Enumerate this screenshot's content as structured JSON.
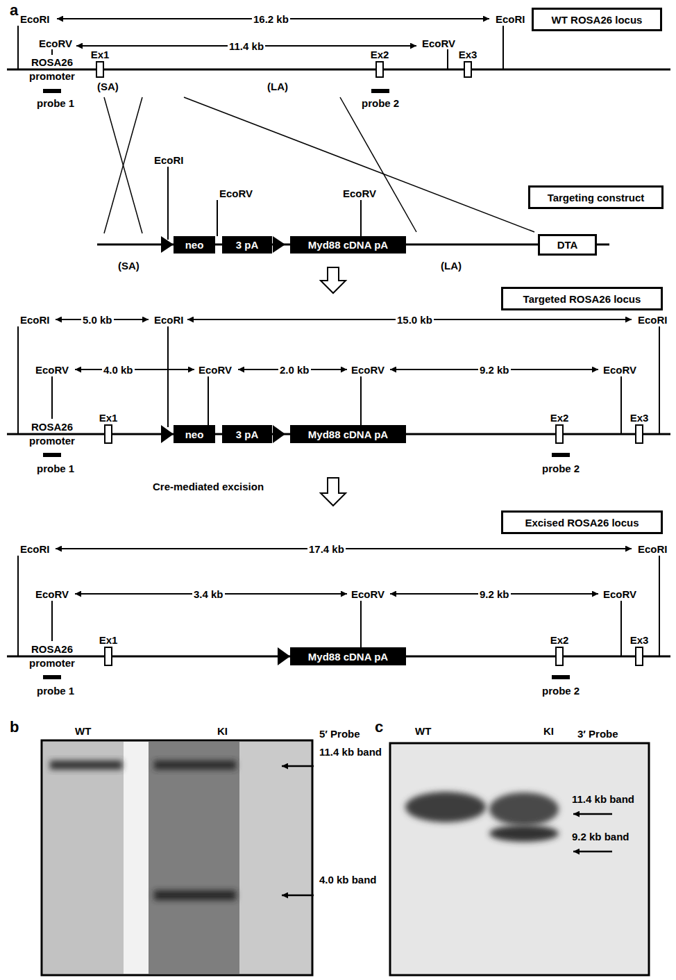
{
  "diagram": {
    "nodes": [
      {
        "text": [
          "WT ROSA26 locus"
        ]
      },
      {
        "text": [
          "Ex1"
        ]
      },
      {
        "text": [
          "Ex2"
        ]
      },
      {
        "text": [
          "Ex3"
        ]
      },
      {
        "text": [
          "Targeting construct"
        ]
      },
      {
        "text": [
          "neo"
        ]
      },
      {
        "text": [
          "3 pA"
        ]
      },
      {
        "text": [
          "Myd88 cDNA pA"
        ]
      },
      {
        "text": [
          "DTA"
        ]
      },
      {
        "text": [
          "Targeted ROSA26 locus"
        ]
      },
      {
        "text": [
          "Ex1"
        ]
      },
      {
        "text": [
          "neo"
        ]
      },
      {
        "text": [
          "3 pA"
        ]
      },
      {
        "text": [
          "Myd88 cDNA pA"
        ]
      },
      {
        "text": [
          "Ex2"
        ]
      },
      {
        "text": [
          "Ex3"
        ]
      },
      {
        "text": [
          "Excised ROSA26 locus"
        ]
      },
      {
        "text": [
          "Ex1"
        ]
      },
      {
        "text": [
          "Myd88 cDNA pA"
        ]
      },
      {
        "text": [
          "Ex2"
        ]
      },
      {
        "text": [
          "Ex3"
        ]
      }
    ],
    "labels": [
      "a",
      "EcoRI",
      "16.2 kb",
      "EcoRI",
      "EcoRV",
      "11.4 kb",
      "EcoRV",
      "ROSA26 promoter",
      "(SA)",
      "(LA)",
      "probe 1",
      "probe 2",
      "EcoRI",
      "EcoRV",
      "EcoRV",
      "(SA)",
      "(LA)",
      "EcoRI",
      "5.0 kb",
      "EcoRI",
      "15.0 kb",
      "EcoRI",
      "EcoRV",
      "4.0 kb",
      "EcoRV",
      "2.0 kb",
      "EcoRV",
      "9.2 kb",
      "EcoRV",
      "ROSA26 promoter",
      "probe 1",
      "probe 2",
      "Cre-mediated excision",
      "EcoRI",
      "17.4 kb",
      "EcoRI",
      "EcoRV",
      "3.4 kb",
      "EcoRV",
      "9.2 kb",
      "EcoRV",
      "ROSA26 promoter",
      "probe 1",
      "probe 2",
      "b",
      "WT",
      "KI",
      "5′ Probe",
      "11.4 kb band",
      "4.0 kb band",
      "c",
      "WT",
      "KI",
      "3′ Probe",
      "11.4 kb band",
      "9.2 kb band"
    ]
  }
}
